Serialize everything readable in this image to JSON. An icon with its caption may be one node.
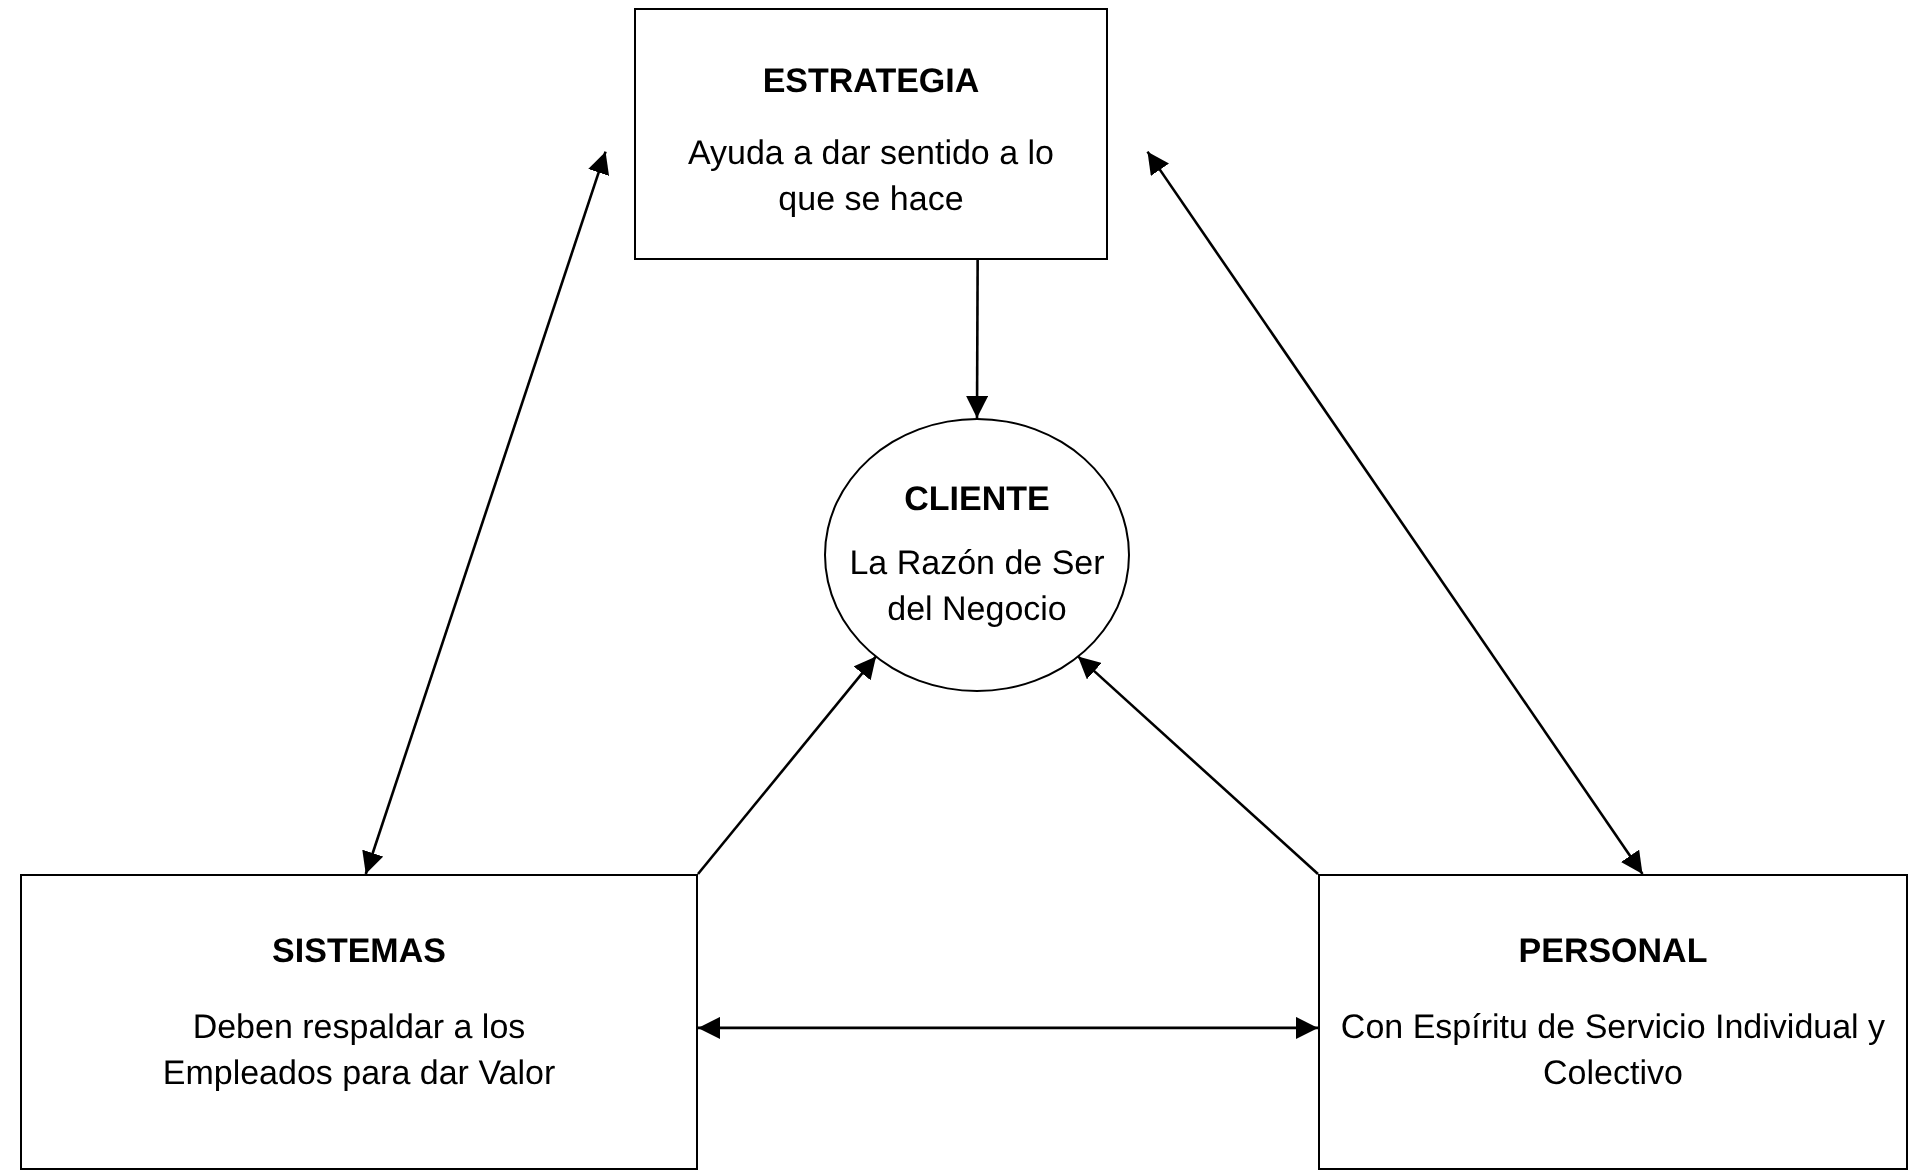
{
  "diagram": {
    "nodes": [
      {
        "text": [
          "ESTRATEGIA",
          "Ayuda a dar sentido a lo que se hace"
        ]
      },
      {
        "text": [
          "CLIENTE",
          "La Razón de Ser del Negocio"
        ]
      },
      {
        "text": [
          "SISTEMAS",
          "Deben respaldar a los Empleados para dar Valor"
        ]
      },
      {
        "text": [
          "PERSONAL",
          "Con Espíritu de Servicio Individual y Colectivo"
        ]
      }
    ],
    "edges": [
      {
        "from": 0,
        "to": 1,
        "arrow": "to"
      },
      {
        "from": 2,
        "to": 0,
        "arrow": "both"
      },
      {
        "from": 0,
        "to": 3,
        "arrow": "both"
      },
      {
        "from": 2,
        "to": 1,
        "arrow": "to"
      },
      {
        "from": 3,
        "to": 1,
        "arrow": "to"
      },
      {
        "from": 2,
        "to": 3,
        "arrow": "both"
      }
    ]
  }
}
